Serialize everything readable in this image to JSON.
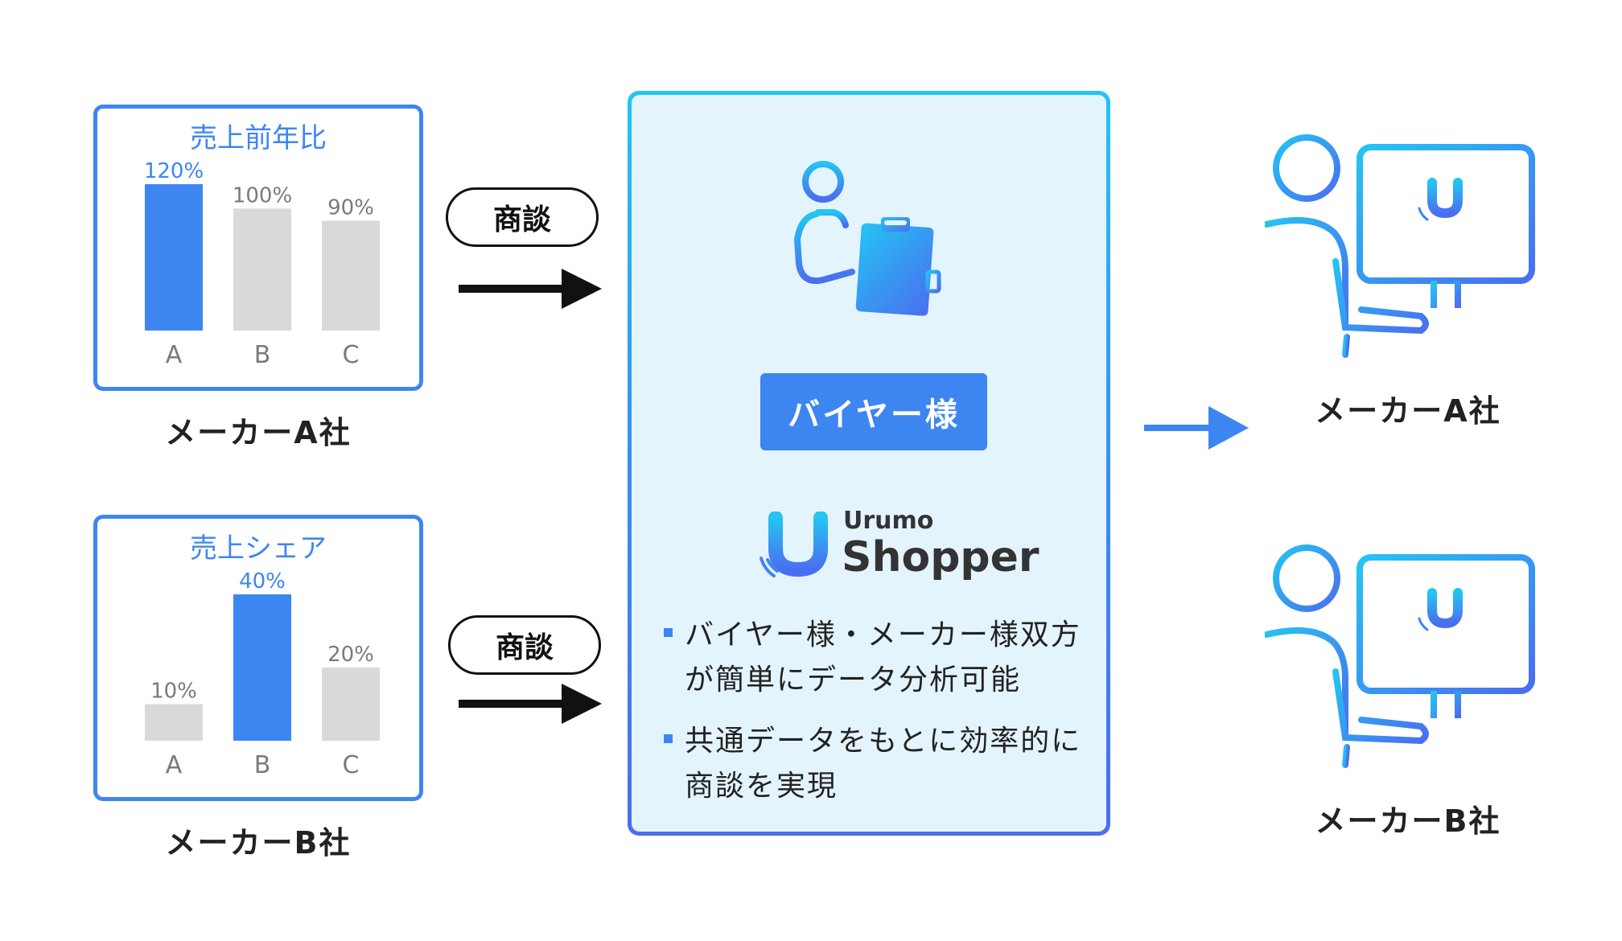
{
  "chart_data": [
    {
      "type": "bar",
      "title": "売上前年比",
      "categories": [
        "A",
        "B",
        "C"
      ],
      "values": [
        120,
        100,
        90
      ],
      "value_labels": [
        "120%",
        "100%",
        "90%"
      ],
      "highlight_index": 0,
      "ylim": [
        0,
        120
      ]
    },
    {
      "type": "bar",
      "title": "売上シェア",
      "categories": [
        "A",
        "B",
        "C"
      ],
      "values": [
        10,
        40,
        20
      ],
      "value_labels": [
        "10%",
        "40%",
        "20%"
      ],
      "highlight_index": 1,
      "ylim": [
        0,
        40
      ]
    }
  ],
  "left": {
    "maker_a": "メーカーA社",
    "maker_b": "メーカーB社",
    "negotiation_a": "商談",
    "negotiation_b": "商談"
  },
  "center": {
    "buyer_label": "バイヤー様",
    "brand_small": "Urumo",
    "brand_large": "Shopper",
    "bullets": [
      "バイヤー様・メーカー様双方が簡単にデータ分析可能",
      "共通データをもとに効率的に商談を実現"
    ]
  },
  "right": {
    "maker_a": "メーカーA社",
    "maker_b": "メーカーB社"
  },
  "colors": {
    "accent": "#3d86f2",
    "bar_gray": "#d9d9d9",
    "panel_bg": "#e4f4fd",
    "gradient_top": "#24c4f3",
    "gradient_bottom": "#4a6ef0"
  },
  "icons": [
    "buyer-person-icon",
    "clipboard-icon",
    "urumo-logo-icon",
    "person-at-monitor-icon",
    "arrow-right-icon"
  ]
}
